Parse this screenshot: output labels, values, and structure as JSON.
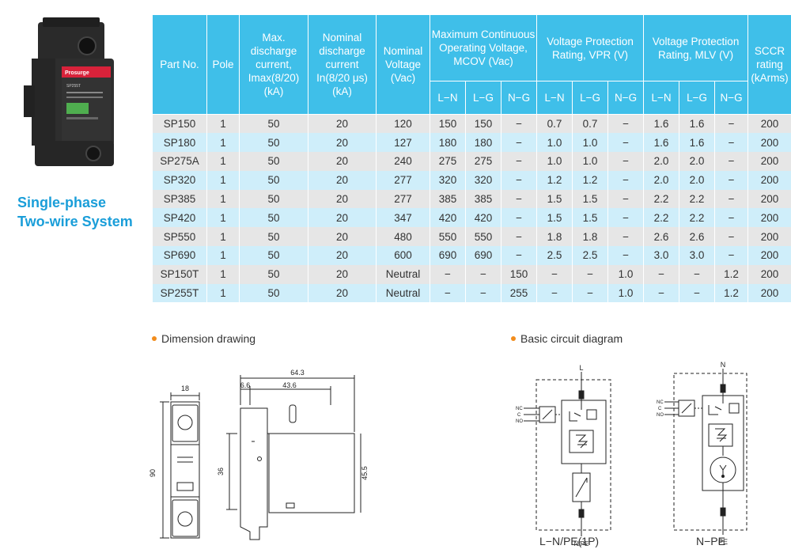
{
  "product": {
    "system_title_line1": "Single-phase",
    "system_title_line2": "Two-wire System",
    "brand_label": "Prosurge",
    "module_model": "SP255T",
    "terminal_mark": "L"
  },
  "table": {
    "headers": {
      "part_no": "Part No.",
      "pole": "Pole",
      "imax": "Max. discharge current, Imax(8/20) (kA)",
      "in": "Nominal discharge current In(8/20 μs) (kA)",
      "nominal_voltage": "Nominal Voltage (Vac)",
      "mcov": "Maximum Continuous Operating Voltage, MCOV (Vac)",
      "vpr": "Voltage Protection Rating, VPR (V)",
      "mlv": "Voltage Protection Rating, MLV (V)",
      "sccr": "SCCR rating (kArms)",
      "ln": "L−N",
      "lg": "L−G",
      "ng": "N−G"
    },
    "rows": [
      [
        "SP150",
        "1",
        "50",
        "20",
        "120",
        "150",
        "150",
        "−",
        "0.7",
        "0.7",
        "−",
        "1.6",
        "1.6",
        "−",
        "200"
      ],
      [
        "SP180",
        "1",
        "50",
        "20",
        "127",
        "180",
        "180",
        "−",
        "1.0",
        "1.0",
        "−",
        "1.6",
        "1.6",
        "−",
        "200"
      ],
      [
        "SP275A",
        "1",
        "50",
        "20",
        "240",
        "275",
        "275",
        "−",
        "1.0",
        "1.0",
        "−",
        "2.0",
        "2.0",
        "−",
        "200"
      ],
      [
        "SP320",
        "1",
        "50",
        "20",
        "277",
        "320",
        "320",
        "−",
        "1.2",
        "1.2",
        "−",
        "2.0",
        "2.0",
        "−",
        "200"
      ],
      [
        "SP385",
        "1",
        "50",
        "20",
        "277",
        "385",
        "385",
        "−",
        "1.5",
        "1.5",
        "−",
        "2.2",
        "2.2",
        "−",
        "200"
      ],
      [
        "SP420",
        "1",
        "50",
        "20",
        "347",
        "420",
        "420",
        "−",
        "1.5",
        "1.5",
        "−",
        "2.2",
        "2.2",
        "−",
        "200"
      ],
      [
        "SP550",
        "1",
        "50",
        "20",
        "480",
        "550",
        "550",
        "−",
        "1.8",
        "1.8",
        "−",
        "2.6",
        "2.6",
        "−",
        "200"
      ],
      [
        "SP690",
        "1",
        "50",
        "20",
        "600",
        "690",
        "690",
        "−",
        "2.5",
        "2.5",
        "−",
        "3.0",
        "3.0",
        "−",
        "200"
      ],
      [
        "SP150T",
        "1",
        "50",
        "20",
        "Neutral",
        "−",
        "−",
        "150",
        "−",
        "−",
        "1.0",
        "−",
        "−",
        "1.2",
        "200"
      ],
      [
        "SP255T",
        "1",
        "50",
        "20",
        "Neutral",
        "−",
        "−",
        "255",
        "−",
        "−",
        "1.0",
        "−",
        "−",
        "1.2",
        "200"
      ]
    ]
  },
  "sections": {
    "dimension_drawing": "Dimension drawing",
    "circuit_diagram": "Basic circuit diagram"
  },
  "dimensions": {
    "width_front": "18",
    "width_total": "64.3",
    "depth_front": "6.6",
    "depth_body": "43.6",
    "height": "90",
    "height_rail": "36",
    "height_body": "45.5"
  },
  "circuit": {
    "diagram1": {
      "top": "L",
      "bottom": "N/PE",
      "nc": "NC",
      "c": "C",
      "no": "NO",
      "caption": "L−N/PE(1P)"
    },
    "diagram2": {
      "top": "N",
      "bottom": "PE",
      "nc": "NC",
      "c": "C",
      "no": "NO",
      "caption": "N−PE"
    }
  },
  "colors": {
    "table_header": "#3fbfe9",
    "row_odd": "#e6e6e6",
    "row_even": "#cfeefa",
    "title_blue": "#1a9ed9",
    "bullet": "#f28c1c",
    "module_red": "#d8223a"
  }
}
